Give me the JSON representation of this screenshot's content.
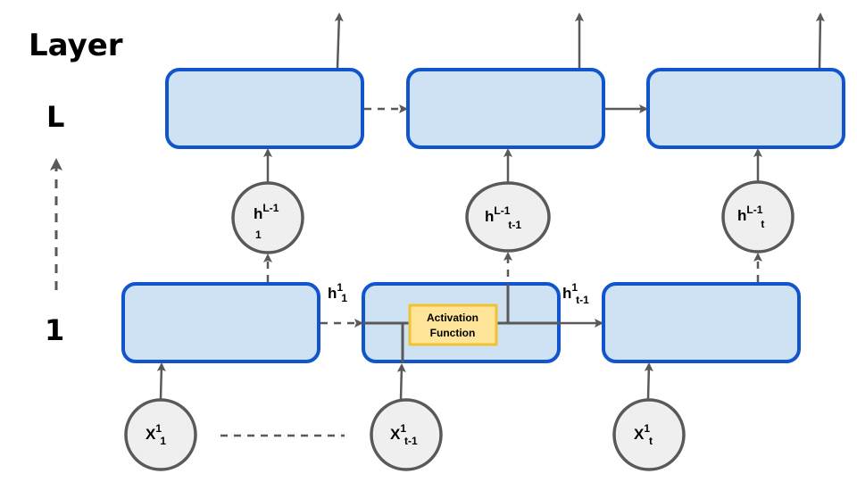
{
  "axis": {
    "title": "Layer",
    "top_label": "L",
    "bottom_label": "1"
  },
  "activation": {
    "line1": "Activation",
    "line2": "Function"
  },
  "hidden_top": [
    {
      "base": "h",
      "sup": "L-1",
      "sub": "1"
    },
    {
      "base": "h",
      "sup": "L-1",
      "sub": "t-1"
    },
    {
      "base": "h",
      "sup": "L-1",
      "sub": "t"
    }
  ],
  "hidden_labels": [
    {
      "base": "h",
      "sup": "1",
      "sub": "1"
    },
    {
      "base": "h",
      "sup": "1",
      "sub": "t-1"
    }
  ],
  "inputs": [
    {
      "base": "X",
      "sup": "1",
      "sub": "1"
    },
    {
      "base": "X",
      "sup": "1",
      "sub": "t-1"
    },
    {
      "base": "X",
      "sup": "1",
      "sub": "t"
    }
  ],
  "colors": {
    "cell_fill": "#cfe2f3",
    "cell_stroke": "#1155cc",
    "node_fill": "#efefef",
    "node_stroke": "#595959",
    "activation_fill": "#ffe599",
    "activation_stroke": "#f1c232"
  }
}
